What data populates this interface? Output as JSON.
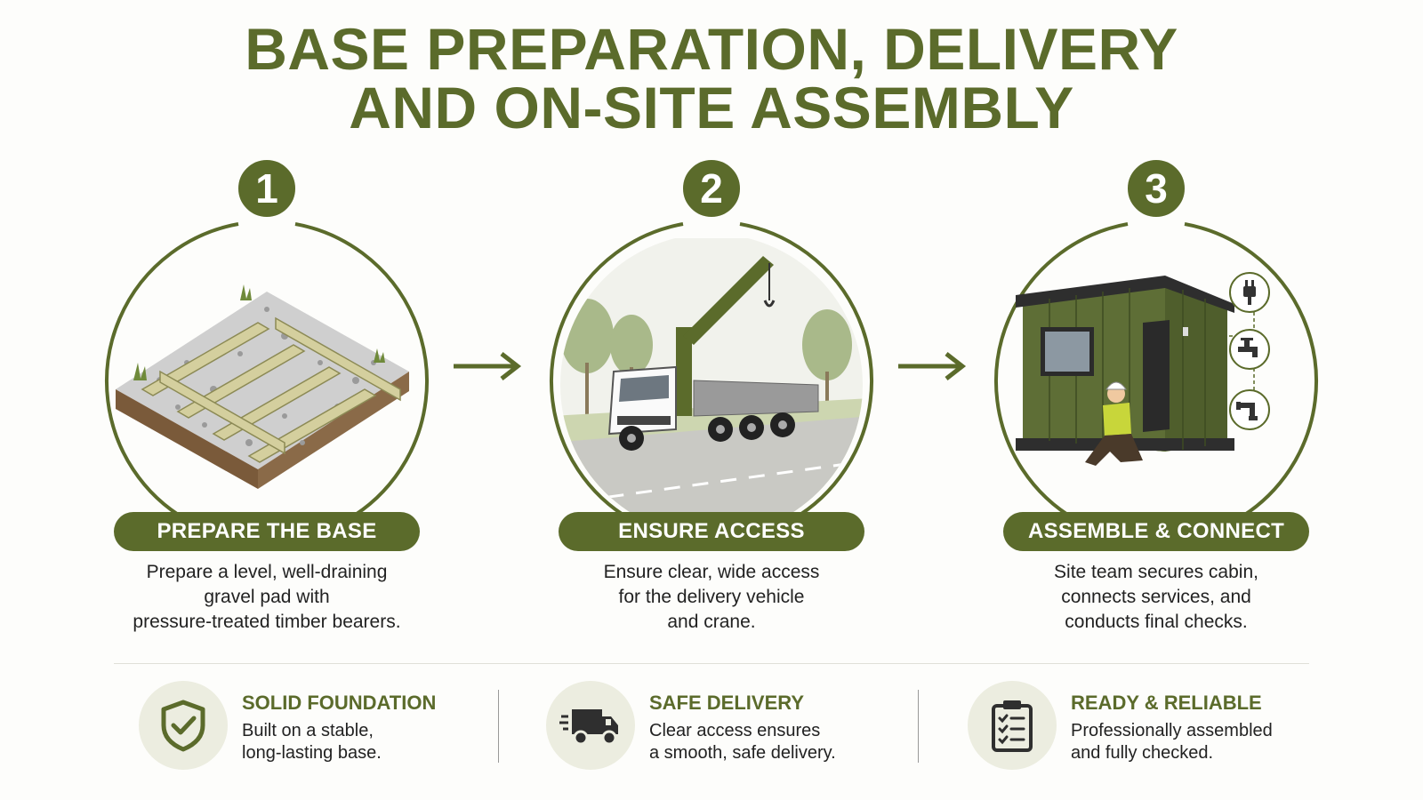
{
  "title": {
    "line1": "BASE PREPARATION, DELIVERY",
    "line2": "AND ON-SITE ASSEMBLY"
  },
  "steps": [
    {
      "number": "1",
      "label": "PREPARE THE BASE",
      "description": [
        "Prepare a level, well-draining",
        "gravel pad with",
        "pressure-treated timber bearers."
      ],
      "icon": "gravel-pad-timber-bearers"
    },
    {
      "number": "2",
      "label": "ENSURE ACCESS",
      "description": [
        "Ensure clear, wide access",
        "for the delivery vehicle",
        "and crane."
      ],
      "icon": "crane-truck"
    },
    {
      "number": "3",
      "label": "ASSEMBLE & CONNECT",
      "description": [
        "Site team secures cabin,",
        "connects services, and",
        "conducts final checks."
      ],
      "icon": "cabin-with-worker",
      "service_icons": [
        "plug-icon",
        "water-tap-icon",
        "drain-pipe-icon"
      ]
    }
  ],
  "features": [
    {
      "title": "SOLID FOUNDATION",
      "description": [
        "Built on a stable,",
        "long-lasting base."
      ],
      "icon": "shield-check-icon"
    },
    {
      "title": "SAFE DELIVERY",
      "description": [
        "Clear access ensures",
        "a smooth, safe delivery."
      ],
      "icon": "delivery-truck-icon"
    },
    {
      "title": "READY & RELIABLE",
      "description": [
        "Professionally assembled",
        "and fully checked."
      ],
      "icon": "clipboard-checklist-icon"
    }
  ],
  "colors": {
    "brand_green": "#5b6b2b",
    "feature_circle_bg": "#ecede0",
    "background": "#fdfdfb"
  }
}
